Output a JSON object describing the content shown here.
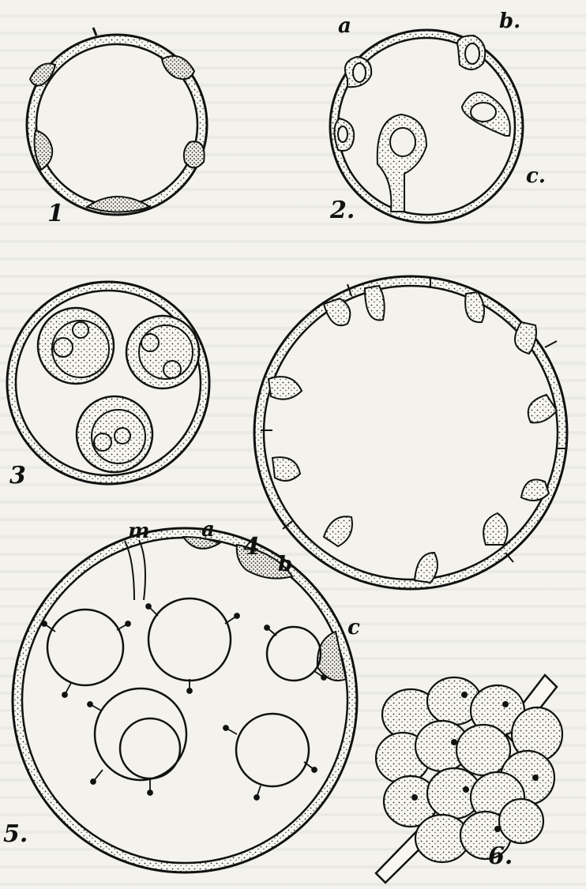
{
  "figures": [
    {
      "id": "1",
      "label": "1"
    },
    {
      "id": "2",
      "label": "2."
    },
    {
      "id": "3",
      "label": "3"
    },
    {
      "id": "4",
      "label": "4"
    },
    {
      "id": "5",
      "label": "5."
    },
    {
      "id": "6",
      "label": "6."
    }
  ],
  "figure_2_letters": {
    "a": "a",
    "b": "b.",
    "c": "c."
  },
  "figure_5_letters": {
    "m": "m",
    "a": "a",
    "b": "b",
    "c": "c"
  },
  "colors": {
    "ink": "#111111",
    "paper": "#f3f2ec"
  }
}
